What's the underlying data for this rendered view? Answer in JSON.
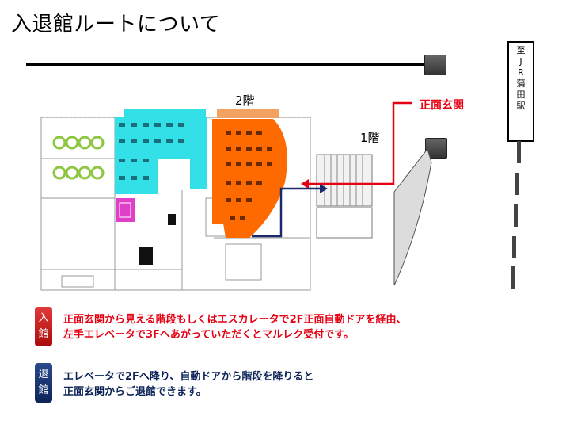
{
  "title": "入退館ルートについて",
  "map": {
    "floor2_label": "2階",
    "floor1_label": "1階",
    "entrance_label": "正面玄関",
    "station_label": "至\nJ\nR\n蒲\n田\n駅"
  },
  "entry": {
    "badge_line1": "入",
    "badge_line2": "館",
    "line1": "正面玄関から見える階段もしくはエスカレータで2F正面自動ドアを経由、",
    "line2": "左手エレベータで3Fへあがっていただくとマルレク受付です。",
    "color": "#e60012"
  },
  "exit": {
    "badge_line1": "退",
    "badge_line2": "館",
    "line1": "エレベータで2Fへ降り、自動ドアから階段を降りると",
    "line2": "正面玄関からご退館できます。",
    "color": "#0d2459"
  },
  "colors": {
    "zone_cyan": "#33e0e8",
    "zone_orange": "#ff6a00",
    "zone_pink": "#e040c8",
    "zone_green": "#8dc63f",
    "route_red": "#e60012",
    "route_navy": "#1a2a6c"
  }
}
